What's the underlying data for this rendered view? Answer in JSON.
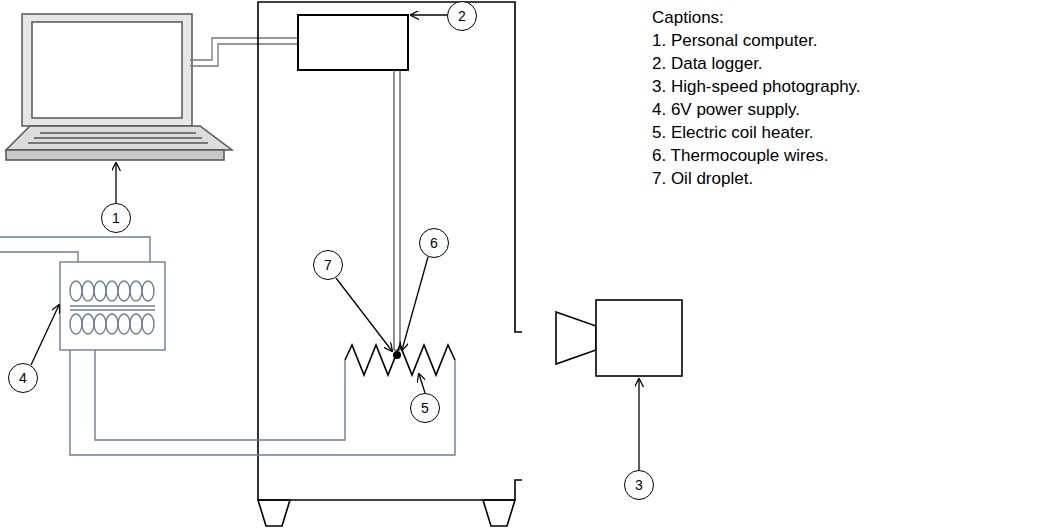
{
  "diagram": {
    "nodes": [
      {
        "text": [
          "1"
        ]
      },
      {
        "text": [
          "2"
        ]
      },
      {
        "text": [
          "3"
        ]
      },
      {
        "text": [
          "4"
        ]
      },
      {
        "text": [
          "5"
        ]
      },
      {
        "text": [
          "6"
        ]
      },
      {
        "text": [
          "7"
        ]
      }
    ],
    "labels": [
      "Captions:",
      "1. Personal computer.",
      "2. Data logger.",
      "3. High-speed photography.",
      "4. 6V power supply.",
      "5. Electric coil heater.",
      "6. Thermocouple wires.",
      "7. Oil droplet."
    ]
  }
}
